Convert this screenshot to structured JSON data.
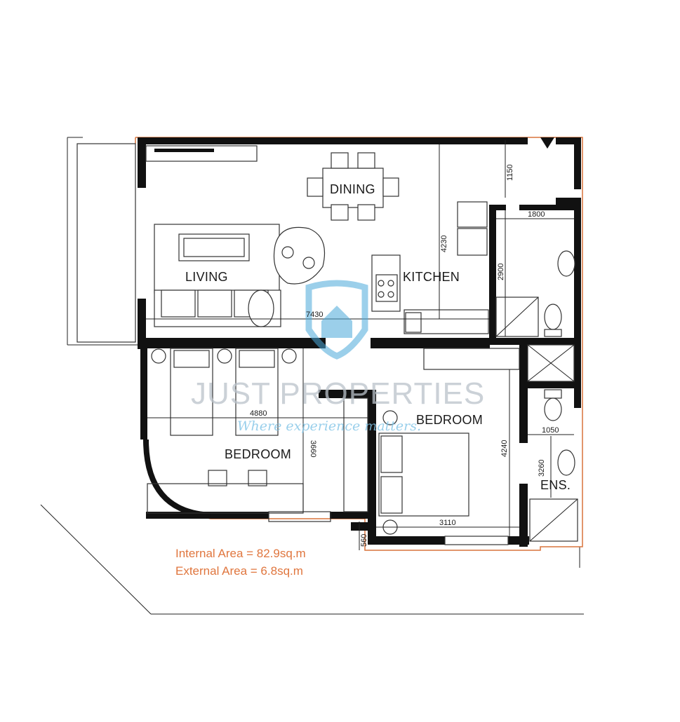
{
  "rooms": {
    "dining": "DINING",
    "living": "LIVING",
    "kitchen": "KITCHEN",
    "bedroom_left": "BEDROOM",
    "bedroom_right": "BEDROOM",
    "ensuite": "ENS."
  },
  "dimensions": {
    "d1150": "1150",
    "d1800": "1800",
    "d4230": "4230",
    "d2900": "2900",
    "d7430": "7430",
    "d4880": "4880",
    "d3660": "3660",
    "d4240": "4240",
    "d1050": "1050",
    "d3260": "3260",
    "d3110": "3110",
    "d560": "560"
  },
  "watermark": {
    "title": "JUST PROPERTIES",
    "tagline": "Where experience matters."
  },
  "areas": {
    "internal": "Internal Area = 82.9sq.m",
    "external": "External Area = 6.8sq.m"
  },
  "colors": {
    "boundary": "#d9733b",
    "area_text": "#e0763e",
    "watermark_blue": "#7fc3e6",
    "watermark_grey": "#b9c1c9"
  },
  "icons": {
    "entrance": "entrance-arrow-icon",
    "logo": "house-shield-logo-icon"
  }
}
